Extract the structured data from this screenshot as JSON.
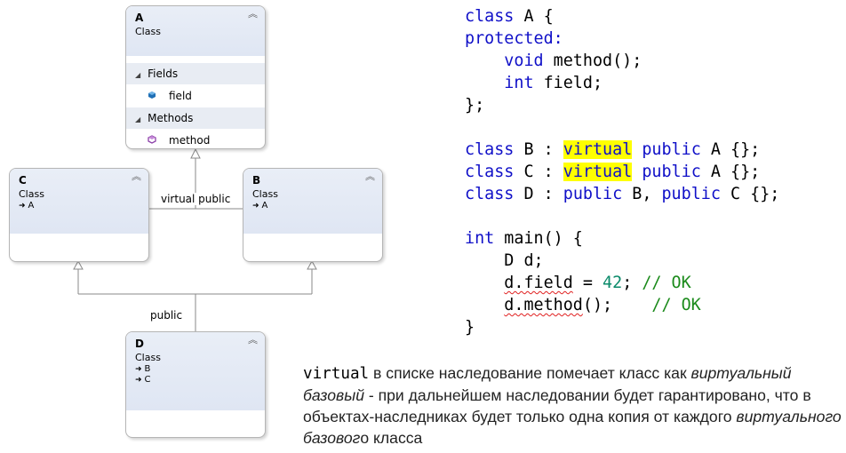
{
  "diagram": {
    "classA": {
      "name": "A",
      "kind": "Class",
      "fields_label": "Fields",
      "field_name": "field",
      "methods_label": "Methods",
      "method_name": "method"
    },
    "classB": {
      "name": "B",
      "kind": "Class",
      "base": "A"
    },
    "classC": {
      "name": "C",
      "kind": "Class",
      "base": "A"
    },
    "classD": {
      "name": "D",
      "kind": "Class",
      "bases": [
        "B",
        "C"
      ]
    },
    "edge_label_virtual": "virtual public",
    "edge_label_public": "public",
    "collapse_glyph": "︽",
    "base_arrow_glyph": "➜"
  },
  "code": {
    "l1_kw": "class",
    "l1_rest": " A {",
    "l2_kw": "protected:",
    "l3_kw": "void",
    "l3_rest": " method();",
    "l4_kw": "int",
    "l4_rest": " field;",
    "l5": "};",
    "l6_kw": "class",
    "l6_a": " B : ",
    "l6_hl": "virtual",
    "l6_sp": " ",
    "l6_kw2": "public",
    "l6_rest": " A {};",
    "l7_kw": "class",
    "l7_a": " C : ",
    "l7_hl": "virtual",
    "l7_sp": " ",
    "l7_kw2": "public",
    "l7_rest": " A {};",
    "l8_kw": "class",
    "l8_a": " D : ",
    "l8_kw2": "public",
    "l8_b": " B, ",
    "l8_kw3": "public",
    "l8_rest": " C {};",
    "l9_kw": "int",
    "l9_rest": " main() {",
    "l10": "D d;",
    "l11_a": "d.field",
    "l11_b": " = ",
    "l11_num": "42",
    "l11_c": "; ",
    "l11_cm": "// OK",
    "l12_a": "d.method",
    "l12_b": "();    ",
    "l12_cm": "// OK",
    "l13": "}"
  },
  "description": {
    "p1_mono": "virtual",
    "p1_a": " в списке наследование помечает класс как ",
    "p1_i1": "виртуальный базовый",
    "p1_b": " - при дальнейшем наследовании будет гарантировано, что в объектах-наследниках будет только одна копия от каждого ",
    "p1_i2": "виртуального базовог",
    "p1_c": "о класса"
  }
}
